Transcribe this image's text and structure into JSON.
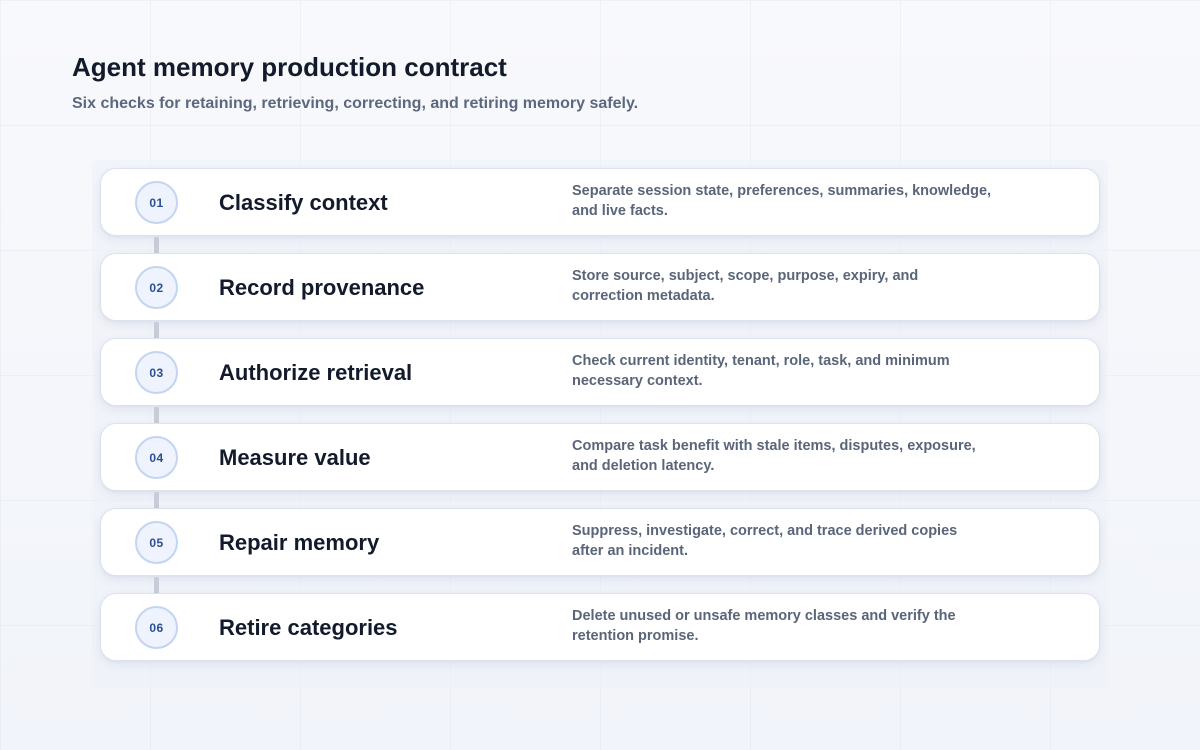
{
  "header": {
    "title": "Agent memory production contract",
    "subtitle": "Six checks for retaining, retrieving, correcting, and retiring memory safely."
  },
  "colors": {
    "background": "#f6f8fc",
    "card": "#ffffff",
    "title_text": "#121a2c",
    "body_text": "#5a6579",
    "badge_fill": "#eef3fd",
    "badge_border": "#c3d5f2",
    "badge_text": "#2b4f8f",
    "connector": "#c7ccd6"
  },
  "steps": [
    {
      "number": "01",
      "title": "Classify context",
      "description": "Separate session state, preferences, summaries, knowledge, and live facts."
    },
    {
      "number": "02",
      "title": "Record provenance",
      "description": "Store source, subject, scope, purpose, expiry, and correction metadata."
    },
    {
      "number": "03",
      "title": "Authorize retrieval",
      "description": "Check current identity, tenant, role, task, and minimum necessary context."
    },
    {
      "number": "04",
      "title": "Measure value",
      "description": "Compare task benefit with stale items, disputes, exposure, and deletion latency."
    },
    {
      "number": "05",
      "title": "Repair memory",
      "description": "Suppress, investigate, correct, and trace derived copies after an incident."
    },
    {
      "number": "06",
      "title": "Retire categories",
      "description": "Delete unused or unsafe memory classes and verify the retention promise."
    }
  ]
}
